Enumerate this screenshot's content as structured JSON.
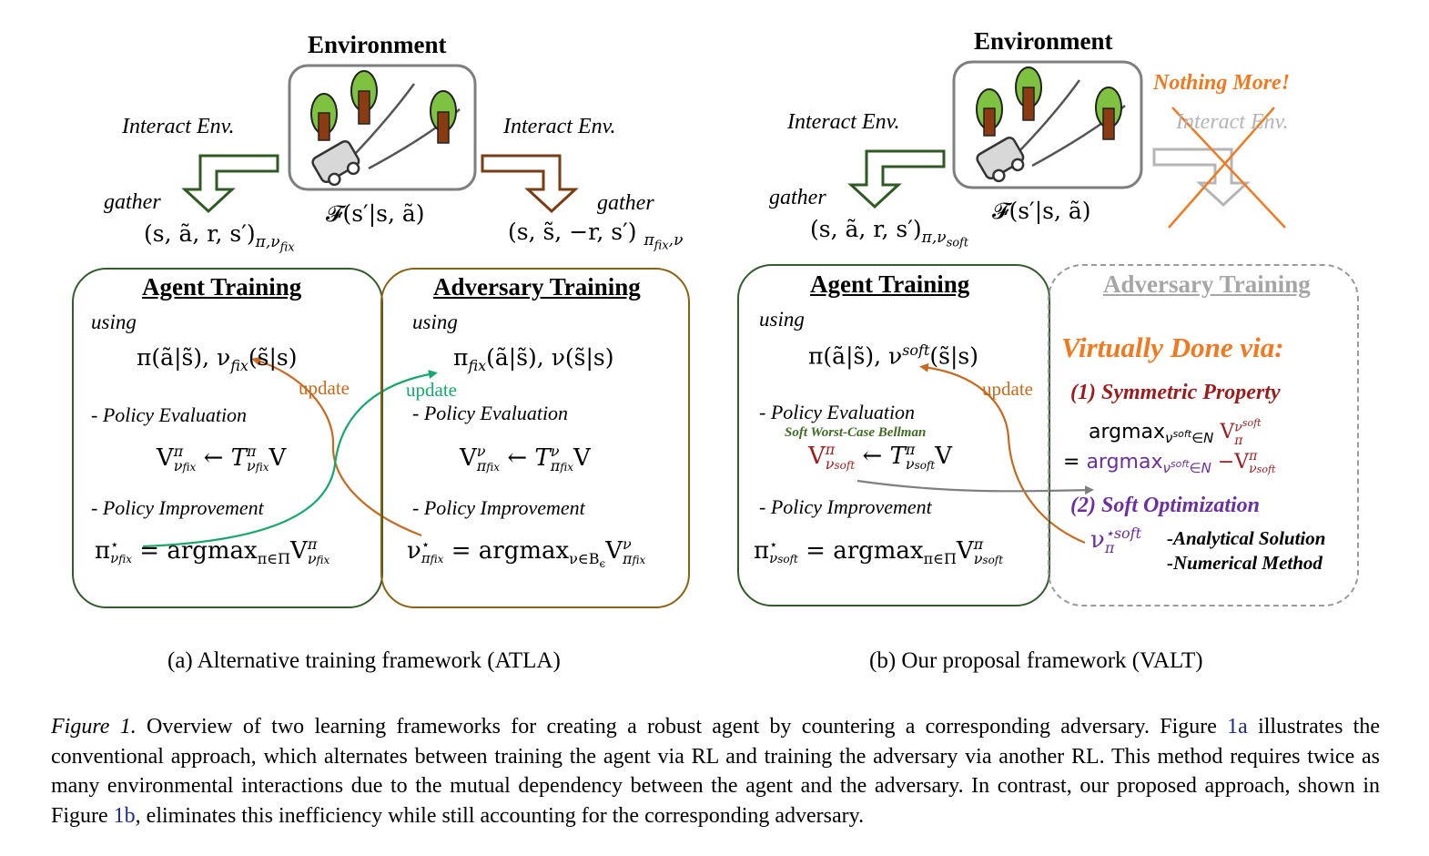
{
  "colors": {
    "agent": "#335c2c",
    "adversary": "#8a6310",
    "green_arrow": "#15a86a",
    "orange_arrow": "#c8691f",
    "accent_orange": "#ef7a22",
    "dark_red": "#9b1c1c",
    "purple": "#6b2fa0",
    "gray": "#8a8a8a",
    "bellman_green": "#3f6a24"
  },
  "left": {
    "env_title": "Environment",
    "interact_left": "Interact Env.",
    "interact_right": "Interact Env.",
    "gather_left": "gather",
    "gather_right": "gather",
    "tuple_left": "(s, ã, r, s′)",
    "tuple_left_sub": "π,ν",
    "tuple_left_subsub": "fix",
    "transition": "𝓕(s′|s, ã)",
    "tuple_right": "(s, s̃, −r, s′)",
    "tuple_right_sub": "π",
    "tuple_right_subsub": "fix",
    "tuple_right_sub2": ",ν",
    "agent": {
      "title": "Agent Training",
      "using": "using",
      "policies": "π(ã|s̃), ν",
      "policies_sub": "fix",
      "policies_tail": "(s̃|s)",
      "eval": "- Policy Evaluation",
      "eval_eq_lhs": "V",
      "eval_eq_sup": "π",
      "eval_eq_sub": "ν",
      "eval_eq_subsub": "fix",
      "eval_eq_arrow": "←",
      "eval_eq_T": "T",
      "eval_eq_rhs": "V",
      "improve": "- Policy Improvement",
      "improve_lhs": "π",
      "improve_star": "⋆",
      "improve_sub": "ν",
      "improve_subsub": "fix",
      "improve_eq": "= argmax",
      "improve_argsub": "π∈Π",
      "improve_V": "V"
    },
    "adversary": {
      "title": "Adversary Training",
      "using": "using",
      "policies_head": "π",
      "policies_sub": "fix",
      "policies_tail": "(ã|s̃), ν(s̃|s)",
      "eval": "- Policy Evaluation",
      "eval_V": "V",
      "eval_sup": "ν",
      "eval_sub": "π",
      "eval_subsub": "fix",
      "eval_arrow": "←",
      "eval_T": "T",
      "eval_rhs": "V",
      "improve": "- Policy Improvement",
      "improve_lhs": "ν",
      "improve_star": "⋆",
      "improve_sub": "π",
      "improve_subsub": "fix",
      "improve_eq": "= argmax",
      "improve_argsub": "ν∈B",
      "improve_argsubsub": "ϵ",
      "improve_V": "V"
    },
    "update_orange": "update",
    "update_green": "update",
    "caption": "(a) Alternative training framework (ATLA)"
  },
  "right": {
    "env_title": "Environment",
    "nothing_more": "Nothing More!",
    "interact_left": "Interact Env.",
    "interact_crossed": "Interact Env.",
    "gather": "gather",
    "tuple": "(s, ã, r, s′)",
    "tuple_sub": "π,ν",
    "tuple_subsub": "soft",
    "transition": "𝓕(s′|s, ã)",
    "agent": {
      "title": "Agent Training",
      "using": "using",
      "policies": "π(ã|s̃), ν",
      "policies_sup": "soft",
      "policies_tail": "(s̃|s)",
      "eval": "- Policy Evaluation",
      "bellman": "Soft Worst-Case Bellman",
      "improve": "- Policy Improvement",
      "improve_eq": "= argmax",
      "improve_argsub": "π∈Π"
    },
    "update": "update",
    "adversary": {
      "title": "Adversary Training",
      "virtually": "Virtually Done via:",
      "sym": "(1) Symmetric Property",
      "argmax": "argmax",
      "argmax_sub": "ν",
      "argmax_subsup": "soft",
      "argmax_sub_tail": "∈N",
      "neg": "−",
      "eq": "=",
      "soft_opt": "(2) Soft Optimization",
      "analytical": "-Analytical Solution",
      "numerical": "-Numerical Method"
    },
    "caption": "(b) Our proposal framework (VALT)"
  },
  "figure_caption": {
    "label": "Figure 1.",
    "text1": " Overview of two learning frameworks for creating a robust agent by countering a corresponding adversary. Figure ",
    "ref1": "1a",
    "text2": " illustrates the conventional approach, which alternates between training the agent via RL and training the adversary via another RL. This method requires twice as many environmental interactions due to the mutual dependency between the agent and the adversary. In contrast, our proposed approach, shown in Figure ",
    "ref2": "1b",
    "text3": ", eliminates this inefficiency while still accounting for the corresponding adversary."
  }
}
